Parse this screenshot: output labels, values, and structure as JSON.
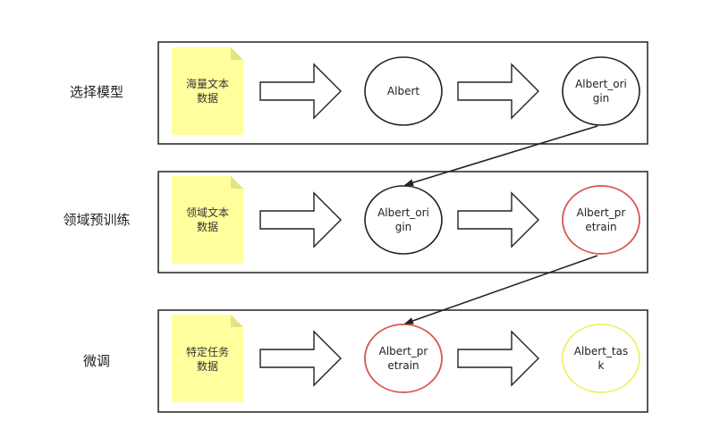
{
  "colors": {
    "doc_fill": "#FFFF9E",
    "doc_fold": "#E3E386",
    "node_default": "#222222",
    "node_pretrain": "#D9534F",
    "node_task": "#EFEF6A",
    "stroke": "#222222"
  },
  "stages": [
    {
      "label": "选择模型",
      "doc": [
        "海量文本",
        "数据"
      ],
      "source": [
        "Albert"
      ],
      "output": [
        "Albert_ori",
        "gin"
      ]
    },
    {
      "label": "领域预训练",
      "doc": [
        "领域文本",
        "数据"
      ],
      "source": [
        "Albert_ori",
        "gin"
      ],
      "output": [
        "Albert_pr",
        "etrain"
      ]
    },
    {
      "label": "微调",
      "doc": [
        "特定任务",
        "数据"
      ],
      "source": [
        "Albert_pr",
        "etrain"
      ],
      "output": [
        "Albert_tas",
        "k"
      ]
    }
  ]
}
